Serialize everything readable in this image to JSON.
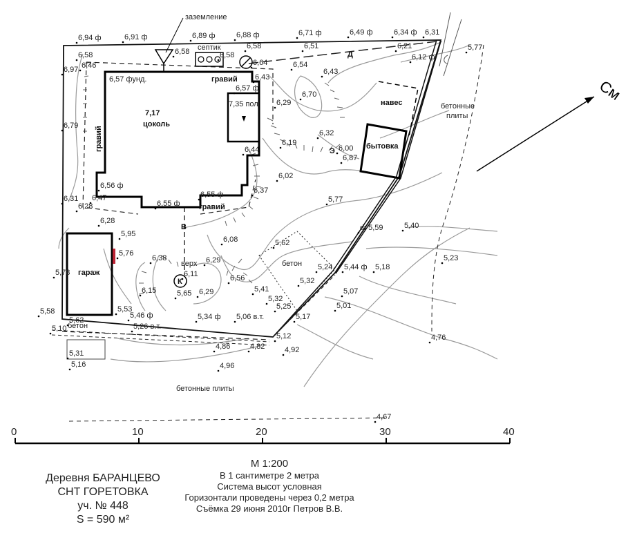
{
  "labels": {
    "grounding": "заземление",
    "septic": "септик",
    "gravel": "гравий",
    "gravel_vertical": "гравий",
    "plinth_height": "7,17",
    "plinth": "цоколь",
    "foundation": "6,57 фунд.",
    "floor": "7,35 пол",
    "shed": "навес",
    "cabin": "бытовка",
    "garage": "гараж",
    "concrete": "бетон",
    "concrete2": "бетон",
    "concrete_slabs": "бетонные плиты",
    "concrete_slabs_right_1": "бетонные",
    "concrete_slabs_right_2": "плиты",
    "north": "См",
    "top_mark": "верх",
    "well": "К",
    "line_d": "Д",
    "line_e": "Э",
    "line_v": "В"
  },
  "elevations": [
    "6,94 ф",
    "6,91 ф",
    "6,89 ф",
    "6,88 ф",
    "6,71 ф",
    "6,49 ф",
    "6,34 ф",
    "6,31",
    "6,58",
    "6,58",
    "6,58",
    "6,58",
    "6,51",
    "6,21",
    "6,12 ф",
    "5,77",
    "6,97",
    "6,46",
    "6,64",
    "6,54",
    "6,43",
    "6,43",
    "6,57 ф",
    "6,70",
    "6,29",
    "6,79",
    "6,19",
    "6,32",
    "6,00",
    "6,87",
    "6,44",
    "6,02",
    "6,56 ф",
    "6,55 ф",
    "6,55 ф",
    "6,37",
    "6,31",
    "6,28",
    "6,47",
    "5,77",
    "6,28",
    "5,95",
    "5,76",
    "6,08",
    "5,62",
    "5,40",
    "ф 5,59",
    "6,38",
    "6,11",
    "6,29",
    "6,56",
    "5,24",
    "5,44 ф",
    "5,18",
    "5,23",
    "6,15",
    "5,65",
    "6,29",
    "5,41",
    "5,32",
    "5,07",
    "5,78",
    "5,58",
    "5,53",
    "5,46 ф",
    "5,34 ф",
    "5,06 в.т.",
    "5,32",
    "5,25",
    "5,01",
    "5,62",
    "5,10",
    "5,26 в.т.",
    "5,17",
    "5,12",
    "4,76",
    "4,86",
    "4,82",
    "4,92",
    "5,31",
    "5,16",
    "4,96",
    "4,67"
  ],
  "scale_bar": {
    "ticks": [
      "0",
      "10",
      "20",
      "30",
      "40"
    ]
  },
  "info": {
    "village": "Деревня БАРАНЦЕВО",
    "snt": "СНТ  ГОРЕТОВКА",
    "plot": "уч. № 448",
    "area": "S = 590 м²",
    "scale": "М 1:200",
    "scale_note": "В 1 сантиметре 2 метра",
    "height_system": "Система высот условная",
    "contours": "Горизонтали проведены через 0,2 метра",
    "survey": "Съёмка 29 июня 2010г Петров В.В."
  }
}
